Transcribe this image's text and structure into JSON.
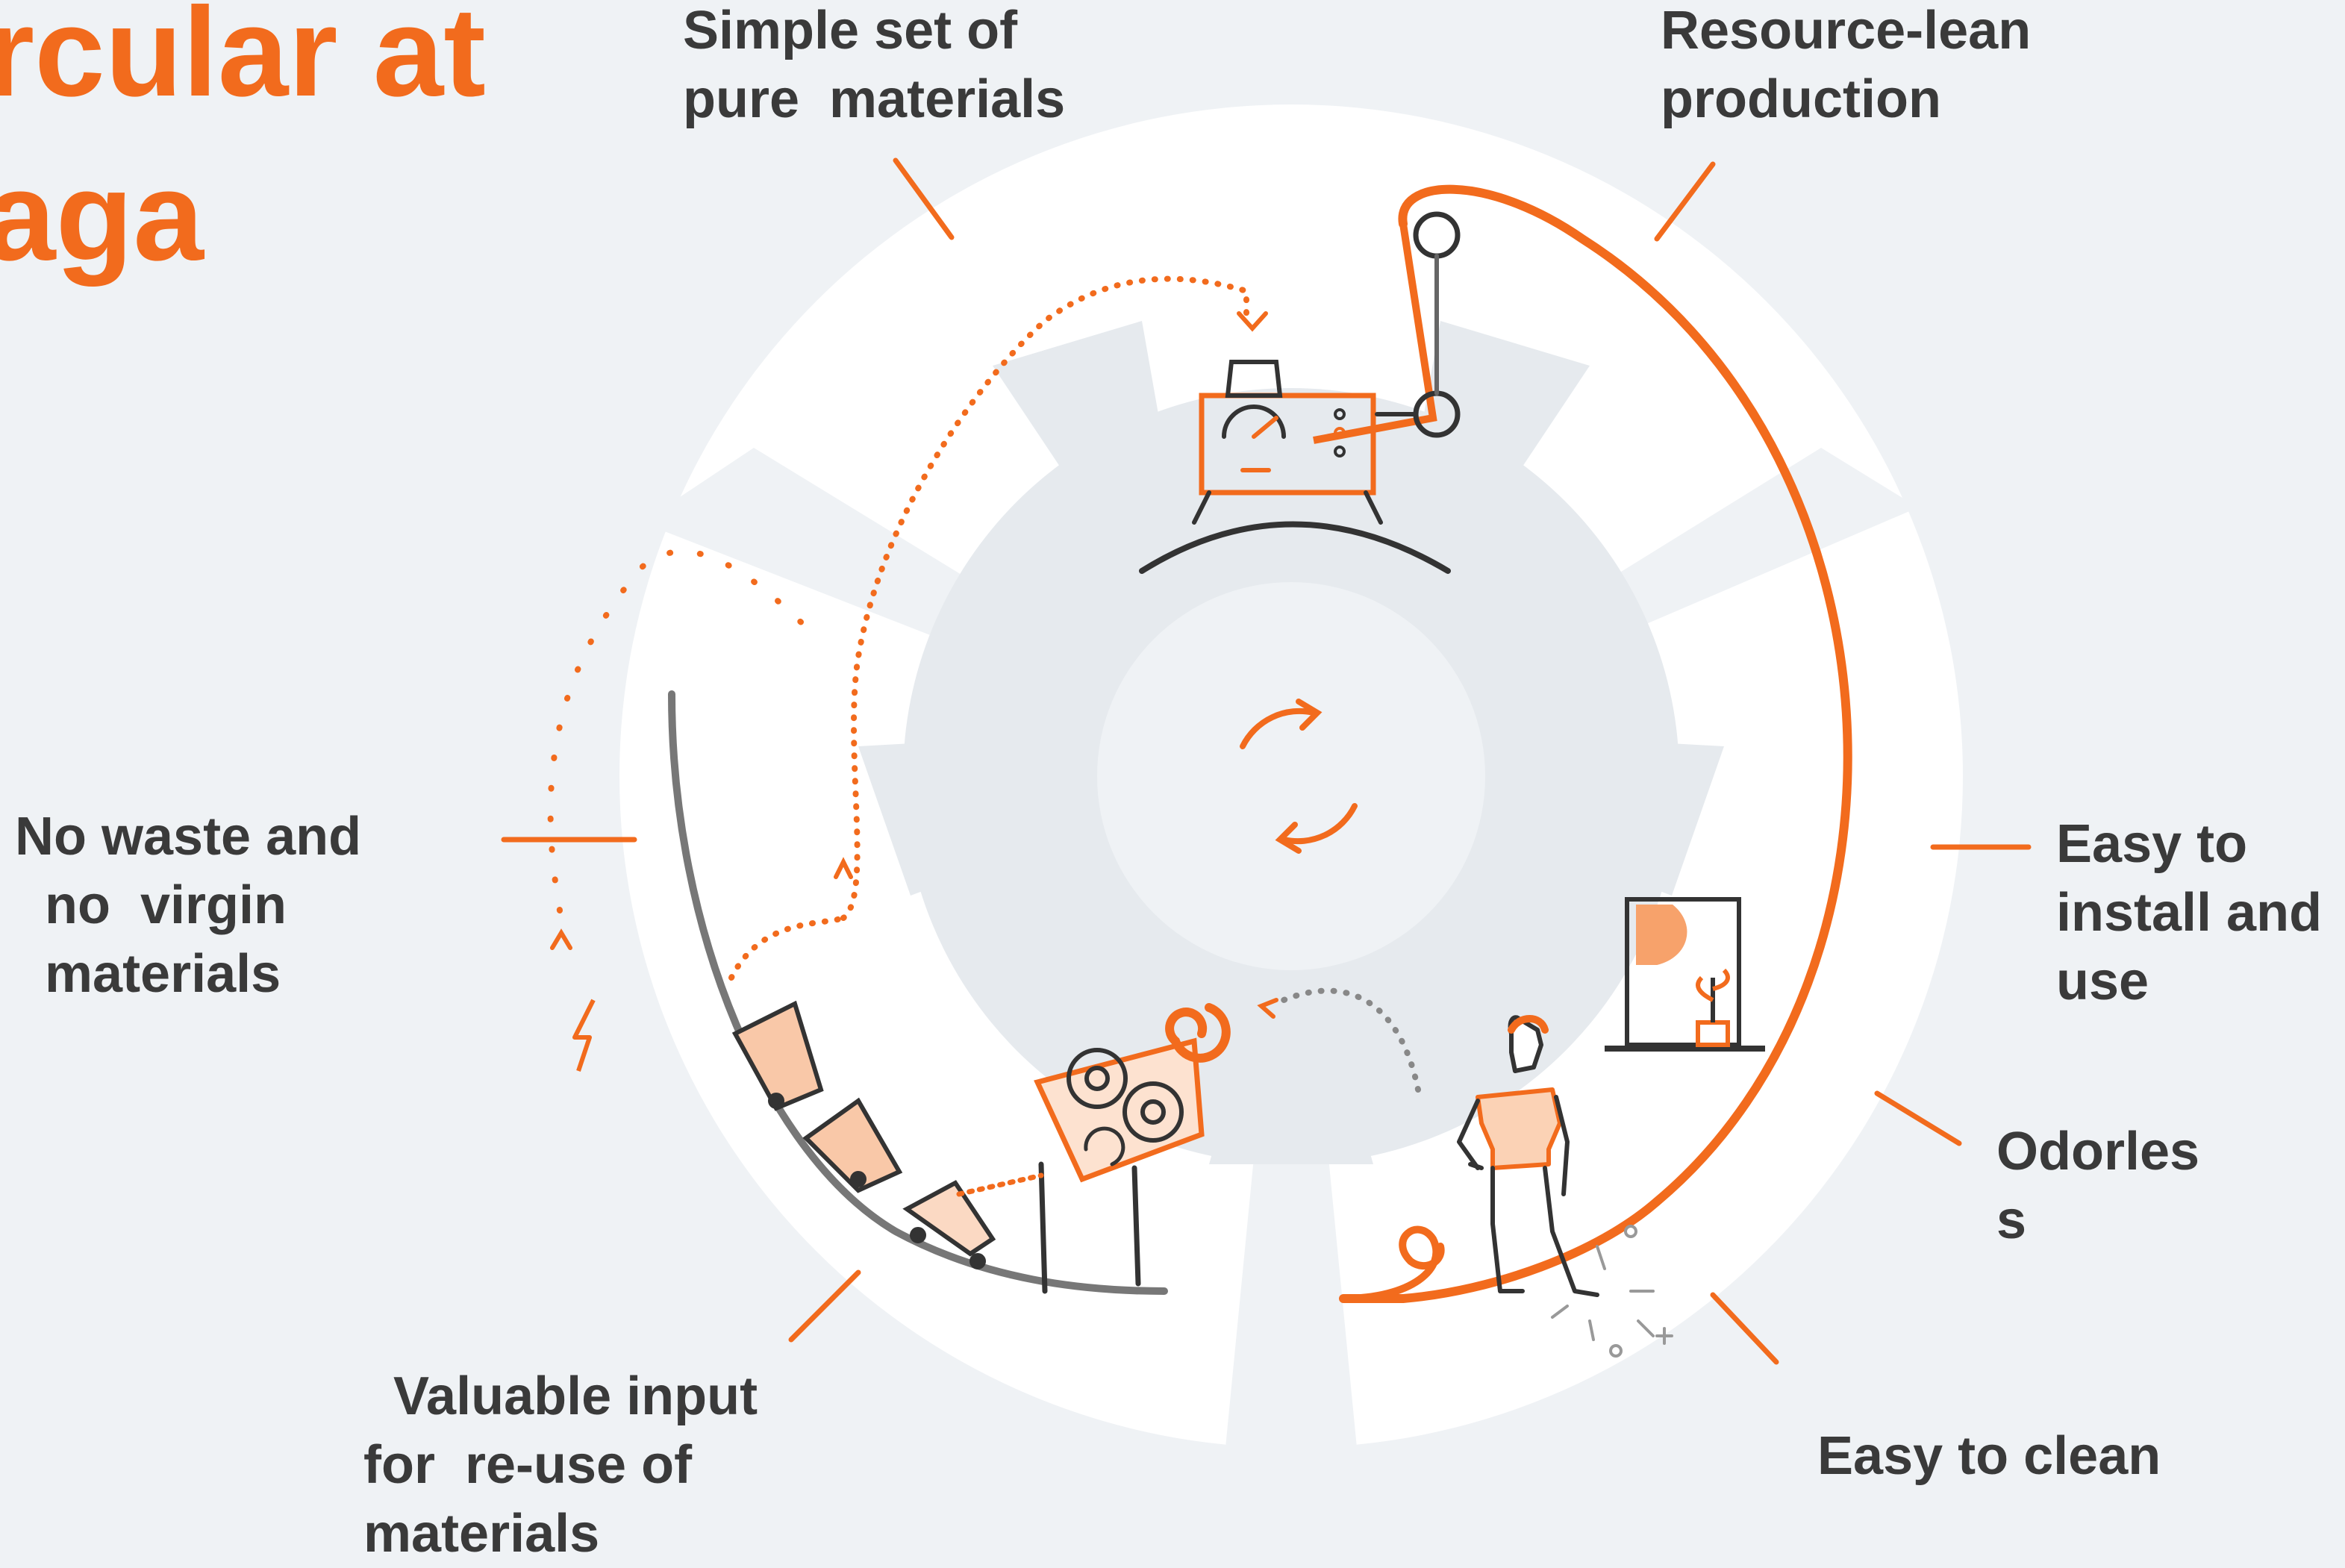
{
  "title": {
    "line1": "rcular at",
    "line2": "aga"
  },
  "labels": {
    "simple_materials": "Simple set of\npure  materials",
    "resource_lean": "Resource-lean\nproduction",
    "no_waste": "No waste and\n  no  virgin\n  materials",
    "install_use": "Easy to\ninstall and\nuse",
    "odorless": "Odorles\ns",
    "valuable_input": "  Valuable input\nfor  re-use of\nmaterials",
    "easy_clean": "Easy to clean"
  },
  "colors": {
    "accent": "#f26b1d",
    "text": "#3a3a3a",
    "background": "#eff2f5",
    "wheel": "#ffffff",
    "inner": "#e6eaee",
    "line": "#333333",
    "grey": "#888888"
  },
  "icons": [
    "recycle-icon",
    "lightning-icon",
    "plant-icon",
    "swirl-icon",
    "gear-icon"
  ]
}
